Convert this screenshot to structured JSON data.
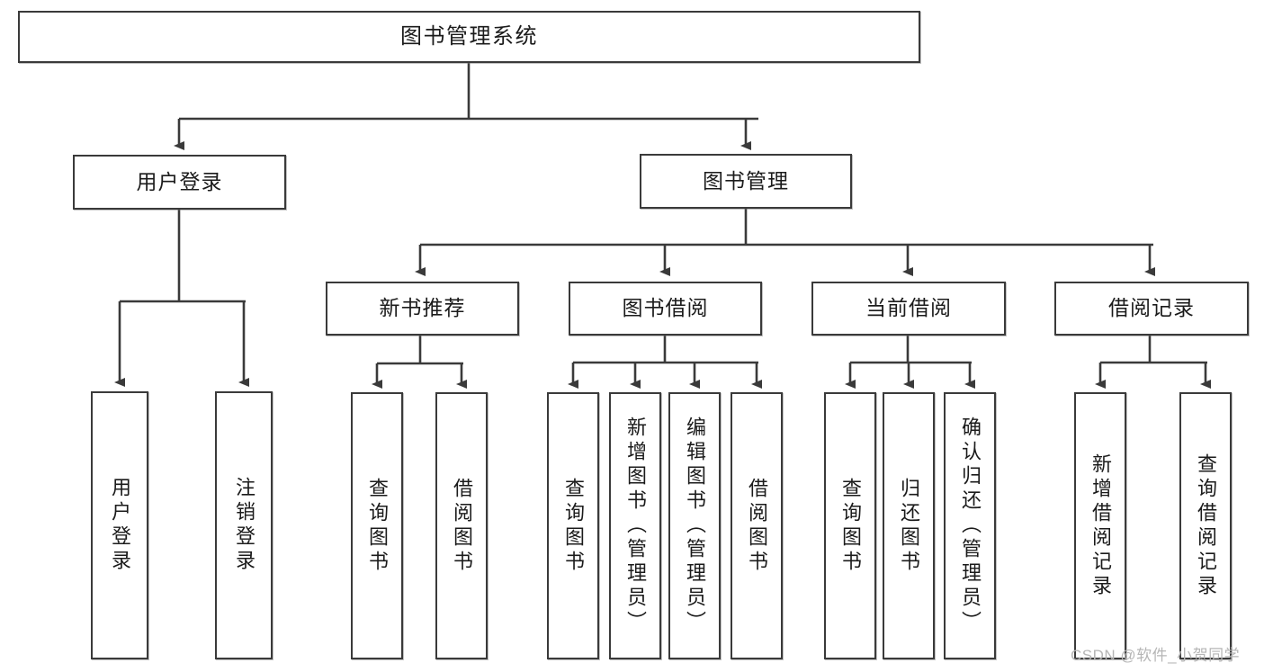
{
  "diagram": {
    "type": "tree-hierarchy-chart",
    "title": "图书管理系统",
    "watermark": "CSDN @软件_小贺同学",
    "colors": {
      "box_border": "#3a3a3a",
      "box_fill": "#ffffff",
      "connector": "#3a3a3a",
      "text": "#1b1b1b",
      "watermark": "#b6b6b6"
    },
    "nodes": {
      "root": {
        "label": "图书管理系统"
      },
      "level2": [
        {
          "label": "用户登录"
        },
        {
          "label": "图书管理"
        }
      ],
      "level3": [
        {
          "label": "新书推荐"
        },
        {
          "label": "图书借阅"
        },
        {
          "label": "当前借阅"
        },
        {
          "label": "借阅记录"
        }
      ],
      "leaves": {
        "user_login": [
          {
            "label": "用户登录"
          },
          {
            "label": "注销登录"
          }
        ],
        "new_book_recommend": [
          {
            "label": "查询图书"
          },
          {
            "label": "借阅图书"
          }
        ],
        "book_borrow": [
          {
            "label": "查询图书"
          },
          {
            "label": "新增图书（管理员）"
          },
          {
            "label": "编辑图书（管理员）"
          },
          {
            "label": "借阅图书"
          }
        ],
        "current_borrow": [
          {
            "label": "查询图书"
          },
          {
            "label": "归还图书"
          },
          {
            "label": "确认归还（管理员）"
          }
        ],
        "borrow_records": [
          {
            "label": "新增借阅记录"
          },
          {
            "label": "查询借阅记录"
          }
        ]
      }
    }
  }
}
